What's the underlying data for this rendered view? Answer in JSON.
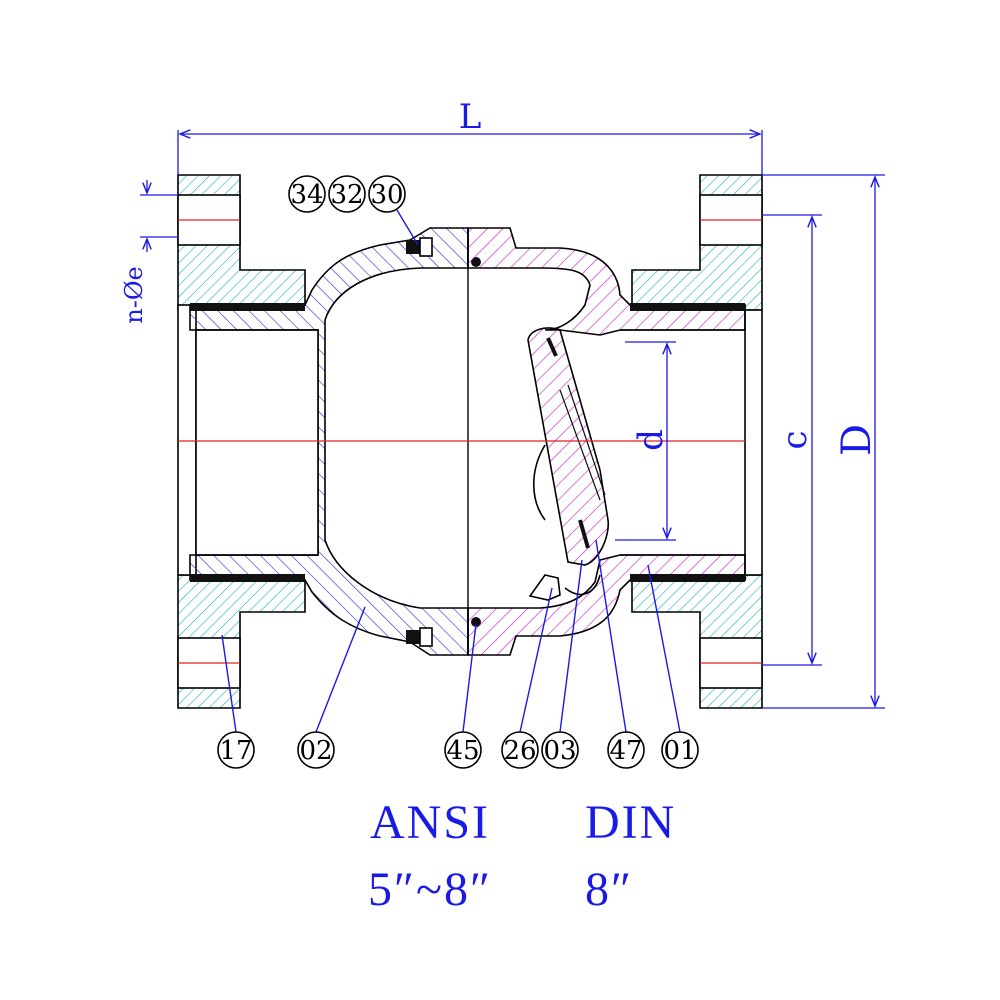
{
  "dimensions": {
    "length": "L",
    "flange_diameter": "D",
    "bolt_circle": "c",
    "bore": "d",
    "bolt_holes": "n-Øe"
  },
  "callouts_top": [
    "34",
    "32",
    "30"
  ],
  "callouts_bottom": [
    "17",
    "02",
    "45",
    "26",
    "03",
    "47",
    "01"
  ],
  "standards": {
    "ansi_label": "ANSI",
    "ansi_range": "5″~8″",
    "din_label": "DIN",
    "din_range": "8″"
  },
  "colors": {
    "dimension": "#1a1ae6",
    "cover_hatch": "#3a3ad8",
    "body_hatch": "#d02ad0",
    "flange_hatch": "#19b5b5",
    "centerline": "#e02020"
  }
}
